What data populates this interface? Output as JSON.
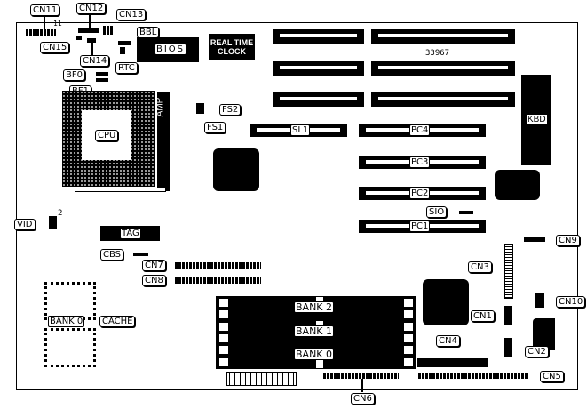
{
  "diagram": {
    "board_marking": "33967",
    "chips": {
      "bios": "BIOS",
      "rtc_line1": "REAL TIME",
      "rtc_line2": "CLOCK",
      "cpu": "CPU",
      "cpu_socket": "AMP",
      "tag": "TAG",
      "cache_bank": "BANK 0",
      "kbd": "KBD"
    },
    "slots": {
      "sl1": "SL1",
      "pc4": "PC4",
      "pc3": "PC3",
      "pc2": "PC2",
      "pc1": "PC1"
    },
    "memory_banks": [
      "BANK 2",
      "BANK 1",
      "BANK 0"
    ],
    "labels": {
      "cn11": "CN11",
      "cn12": "CN12",
      "cn13": "CN13",
      "cn15": "CN15",
      "cn14": "CN14",
      "bbl": "BBL",
      "rtc": "RTC",
      "bf0": "BF0",
      "bf1": "BF1",
      "fs2": "FS2",
      "fs1": "FS1",
      "vid": "VID",
      "cbs": "CBS",
      "cn7": "CN7",
      "cn8": "CN8",
      "cache": "CACHE",
      "sio": "SIO",
      "cn9": "CN9",
      "cn3": "CN3",
      "cn10": "CN10",
      "cn1": "CN1",
      "cn4": "CN4",
      "cn2": "CN2",
      "cn5": "CN5",
      "cn6": "CN6"
    },
    "pin_markers": {
      "cn11_pin": "11",
      "vid_pin": "2"
    }
  }
}
